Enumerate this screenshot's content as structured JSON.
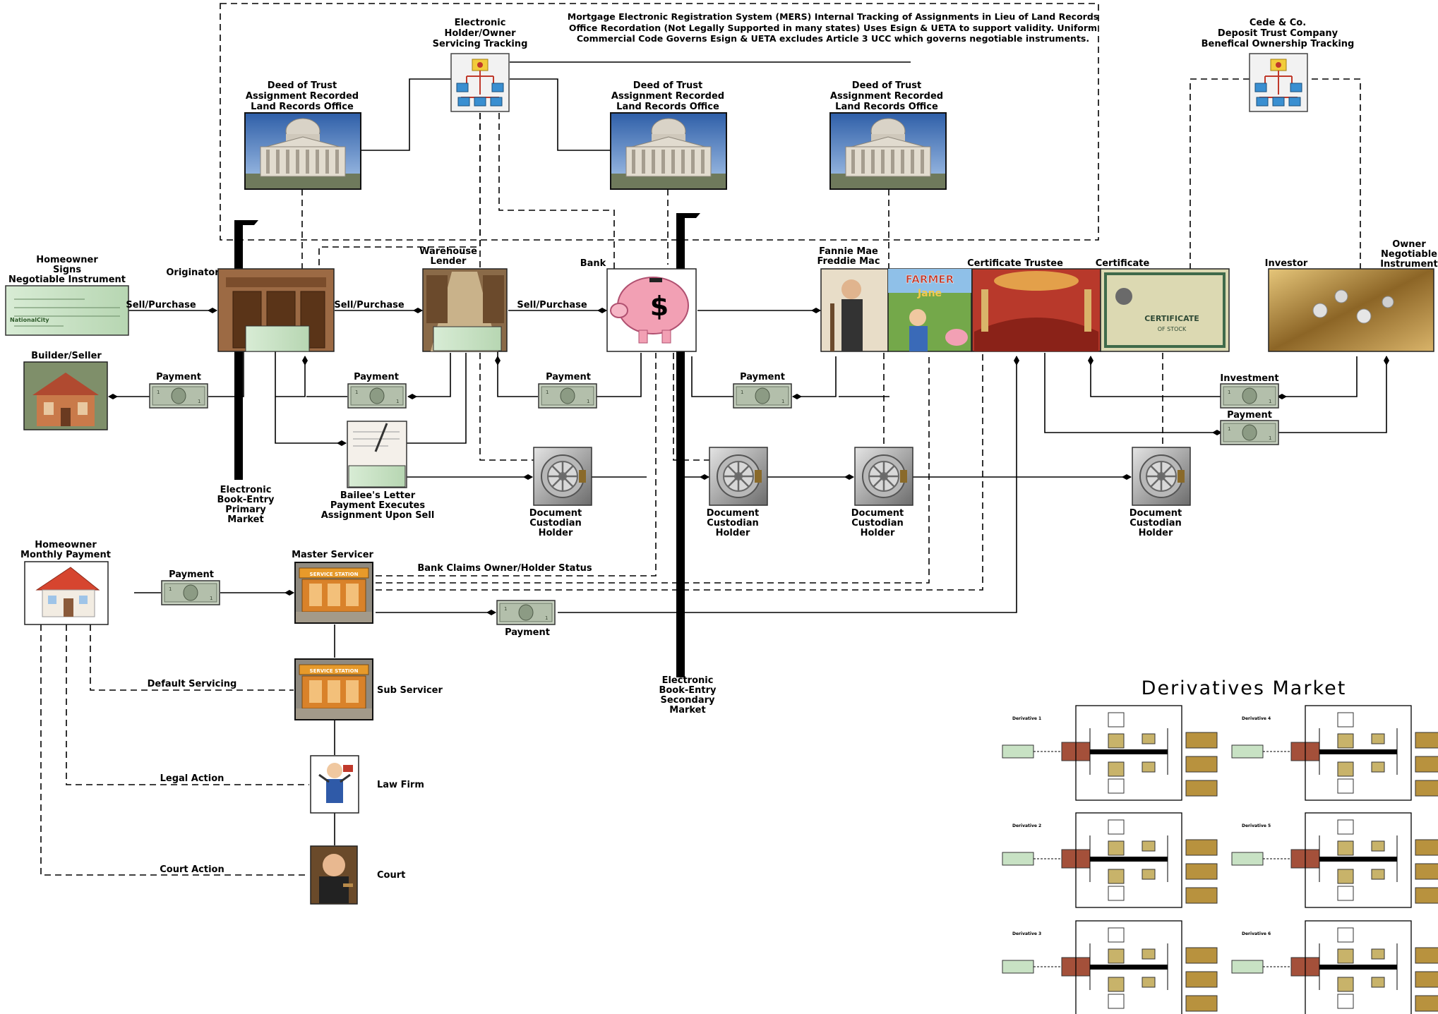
{
  "header_note": [
    "Mortgage Electronic Registration System (MERS) Internal Tracking of Assignments in Lieu of Land Records",
    "Office Recordation (Not Legally Supported in many states) Uses Esign & UETA to support validity. Uniform",
    "Commercial Code Governs Esign & UETA excludes Article 3 UCC which governs negotiable instruments."
  ],
  "mers": [
    "Electronic",
    "Holder/Owner",
    "Servicing Tracking"
  ],
  "cede": [
    "Cede & Co.",
    "Deposit Trust Company",
    "Benefical Ownership Tracking"
  ],
  "deed": [
    "Deed of Trust",
    "Assignment Recorded",
    "Land Records Office"
  ],
  "homeowner_signs": [
    "Homeowner",
    "Signs",
    "Negotiable Instrument"
  ],
  "originator": "Originator",
  "warehouse_lender": [
    "Warehouse",
    "Lender"
  ],
  "bank": "Bank",
  "fannie": [
    "Fannie Mae",
    "Freddie Mac"
  ],
  "certificate_trustee": "Certificate Trustee",
  "certificate": "Certificate",
  "investor": "Investor",
  "owner_instrument": [
    "Owner",
    "Negotiable",
    "Instrument"
  ],
  "builder_seller": "Builder/Seller",
  "sell_purchase": "Sell/Purchase",
  "payment": "Payment",
  "investment": "Investment",
  "primary_market": [
    "Electronic",
    "Book-Entry",
    "Primary",
    "Market"
  ],
  "secondary_market": [
    "Electronic",
    "Book-Entry",
    "Secondary",
    "Market"
  ],
  "bailee": [
    "Bailee's Letter",
    "Payment Executes",
    "Assignment Upon Sell"
  ],
  "custodian": [
    "Document",
    "Custodian",
    "Holder"
  ],
  "homeowner_monthly": [
    "Homeowner",
    "Monthly Payment"
  ],
  "master_servicer": "Master Servicer",
  "bank_claims": "Bank Claims Owner/Holder Status",
  "sub_servicer": "Sub Servicer",
  "default_servicing": "Default Servicing",
  "law_firm": "Law Firm",
  "legal_action": "Legal Action",
  "court": "Court",
  "court_action": "Court Action",
  "derivatives_title": "Derivatives Market",
  "derivatives": [
    "Derivative 1",
    "Derivative 2",
    "Derivative 3",
    "Derivative 4",
    "Derivative 5",
    "Derivative 6"
  ],
  "check_text": "NationalCity",
  "piggy_symbol": "$",
  "farmer_jane": [
    "FARMER",
    "Jane"
  ],
  "service_station": "SERVICE STATION",
  "certificate_text": [
    "CERTIFICATE",
    "OF STOCK"
  ],
  "colors": {
    "check": "#cfe6cc",
    "money": "#9aa893",
    "building": "#d8d2c6",
    "sky": "#5b87c8",
    "piggy": "#f2a0b4",
    "wood": "#8a5a3a",
    "theater": "#c0392b",
    "gold": "#b8923e",
    "vault": "#9a9a9a"
  }
}
